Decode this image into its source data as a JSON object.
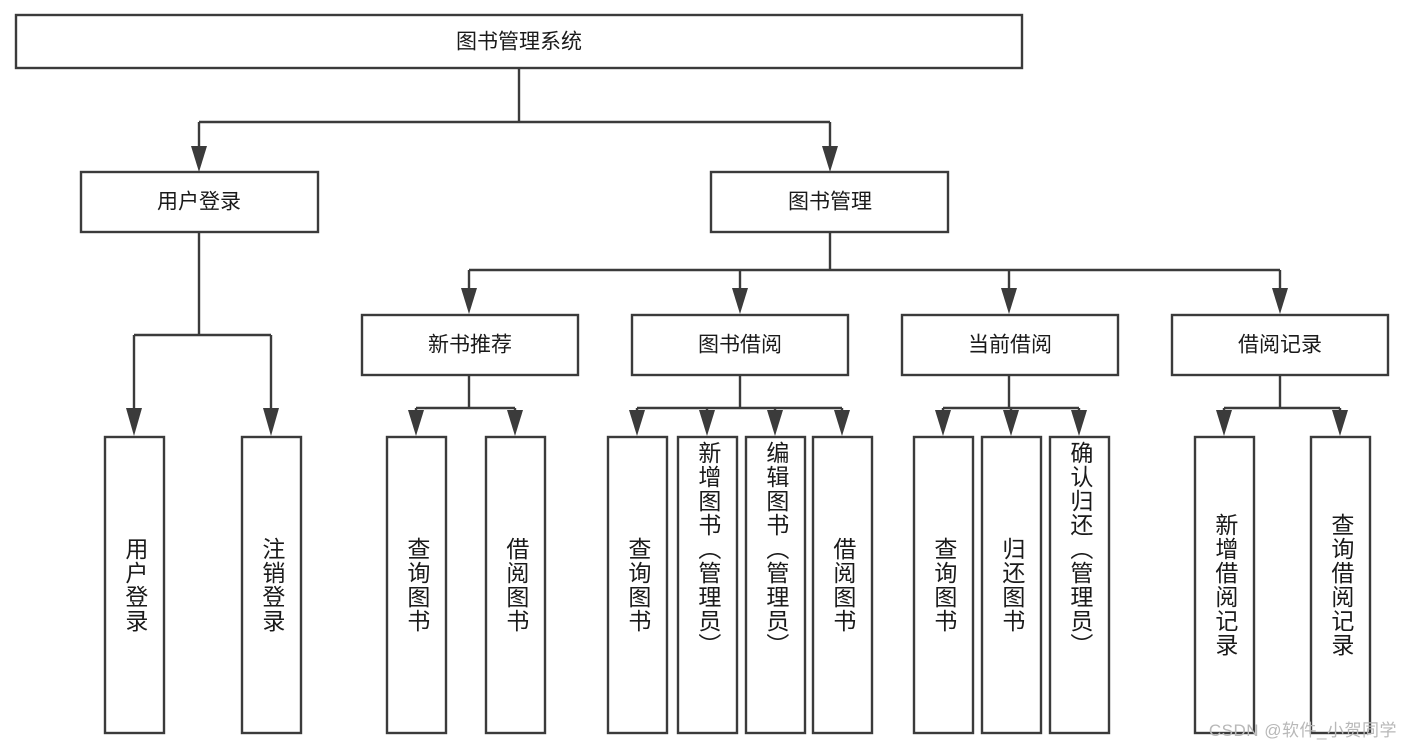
{
  "diagram": {
    "type": "hierarchy-tree",
    "title": "图书管理系统",
    "orientation": "top-down",
    "colors": {
      "box_fill": "#ffffff",
      "box_stroke": "#3b3b3b",
      "text": "#1a1a1a",
      "watermark": "#b8b8b8",
      "background": "#ffffff"
    }
  },
  "root": {
    "label": "图书管理系统"
  },
  "level2": [
    {
      "label": "用户登录"
    },
    {
      "label": "图书管理"
    }
  ],
  "level3": [
    {
      "label": "新书推荐"
    },
    {
      "label": "图书借阅"
    },
    {
      "label": "当前借阅"
    },
    {
      "label": "借阅记录"
    }
  ],
  "leaves": {
    "user_login": [
      {
        "label": "用户登录"
      },
      {
        "label": "注销登录"
      }
    ],
    "new_book_recommend": [
      {
        "label": "查询图书"
      },
      {
        "label": "借阅图书"
      }
    ],
    "book_borrow": [
      {
        "label": "查询图书"
      },
      {
        "label": "新增图书（管理员）"
      },
      {
        "label": "编辑图书（管理员）"
      },
      {
        "label": "借阅图书"
      }
    ],
    "current_borrow": [
      {
        "label": "查询图书"
      },
      {
        "label": "归还图书"
      },
      {
        "label": "确认归还（管理员）"
      }
    ],
    "borrow_record": [
      {
        "label": "新增借阅记录"
      },
      {
        "label": "查询借阅记录"
      }
    ]
  },
  "watermark": {
    "text": "CSDN @软件_小贺同学"
  }
}
